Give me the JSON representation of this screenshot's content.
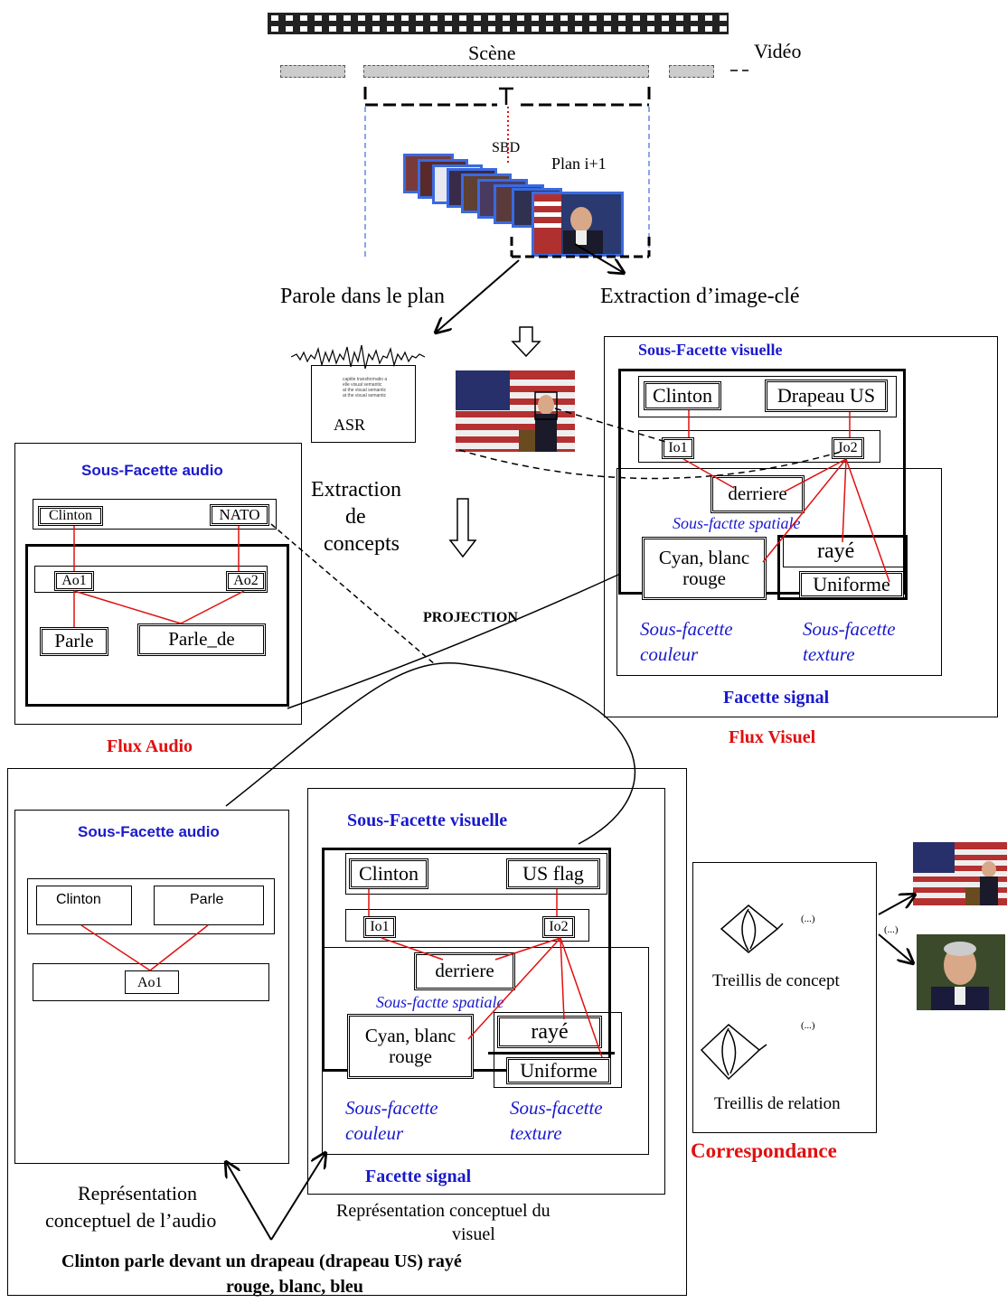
{
  "video": {
    "scene_label": "Scène",
    "video_label": "Vidéo",
    "sbd_label": "SBD",
    "plan_label": "Plan i+1"
  },
  "steps": {
    "speech": "Parole dans le plan",
    "keyframe": "Extraction d’image-clé",
    "asr": "ASR",
    "asr_transcript": [
      "capitle transformatio a",
      "elle visual semantic",
      "at the visual semantic",
      "at the visual semantic"
    ],
    "extraction": [
      "Extraction",
      "de",
      "concepts"
    ],
    "projection": "PROJECTION"
  },
  "top_audio": {
    "title": "Sous-Facette audio",
    "c1": "Clinton",
    "c2": "NATO",
    "o1": "Ao1",
    "o2": "Ao2",
    "r1": "Parle",
    "r2": "Parle_de",
    "caption": "Flux Audio"
  },
  "top_visual": {
    "title": "Sous-Facette visuelle",
    "c1": "Clinton",
    "c2": "Drapeau US",
    "o1": "Io1",
    "o2": "Io2",
    "spatial": "derriere",
    "spatial_label": "Sous-factte spatiale",
    "color": [
      "Cyan, blanc",
      "rouge"
    ],
    "tex1": "rayé",
    "tex2": "Uniforme",
    "color_label": [
      "Sous-facette",
      "couleur"
    ],
    "tex_label": [
      "Sous-facette",
      "texture"
    ],
    "signal": "Facette signal",
    "caption": "Flux Visuel"
  },
  "bottom_audio": {
    "title": "Sous-Facette audio",
    "c1": "Clinton",
    "c2": "Parle",
    "o1": "Ao1",
    "caption": [
      "Représentation",
      "conceptuel de l’audio"
    ]
  },
  "bottom_visual": {
    "title": "Sous-Facette visuelle",
    "c1": "Clinton",
    "c2": "US flag",
    "o1": "Io1",
    "o2": "Io2",
    "spatial": "derriere",
    "spatial_label": "Sous-factte spatiale",
    "color": [
      "Cyan, blanc",
      "rouge"
    ],
    "tex1": "rayé",
    "tex2": "Uniforme",
    "color_label": [
      "Sous-facette",
      "couleur"
    ],
    "tex_label": [
      "Sous-facette",
      "texture"
    ],
    "signal": "Facette signal",
    "caption": [
      "Représentation conceptuel du",
      "visuel"
    ]
  },
  "correspondance": {
    "ellipsis1": "(...)",
    "lattice1": "Treillis de concept",
    "ellipsis2": "(...)",
    "lattice2": "Treillis de relation",
    "title": "Correspondance",
    "ellipsis3": "(...)"
  },
  "sentence": [
    "Clinton parle devant un drapeau (drapeau US) rayé",
    "rouge, blanc, bleu"
  ]
}
